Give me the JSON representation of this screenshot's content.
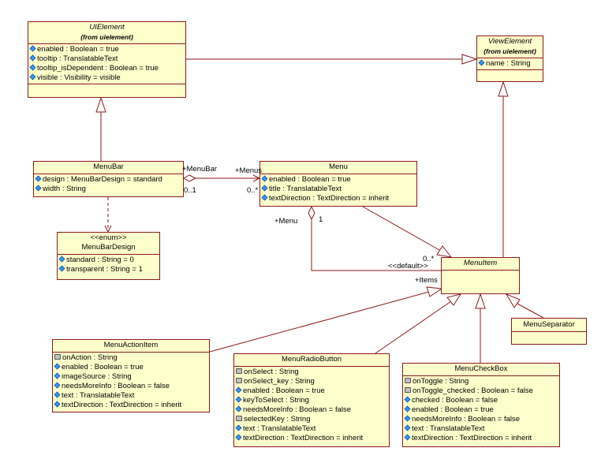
{
  "classes": {
    "uielement": {
      "name": "UIElement",
      "from": "(from uielement)",
      "attributes": [
        {
          "icon": "public-attribute-icon",
          "text": "enabled : Boolean = true"
        },
        {
          "icon": "public-attribute-icon",
          "text": "tooltip : TranslatableText"
        },
        {
          "icon": "public-attribute-icon",
          "text": "tooltip_isDependent : Boolean = true"
        },
        {
          "icon": "public-attribute-icon",
          "text": "visible : Visibility = visible"
        }
      ]
    },
    "viewelement": {
      "name": "ViewElement",
      "from": "(from uielement)",
      "attributes": [
        {
          "icon": "public-attribute-icon",
          "text": "name : String"
        }
      ]
    },
    "menubar": {
      "name": "MenuBar",
      "attributes": [
        {
          "icon": "public-attribute-icon",
          "text": "design : MenuBarDesign = standard"
        },
        {
          "icon": "public-attribute-icon",
          "text": "width : String"
        }
      ]
    },
    "menu": {
      "name": "Menu",
      "attributes": [
        {
          "icon": "public-attribute-icon",
          "text": "enabled : Boolean = true"
        },
        {
          "icon": "public-attribute-icon",
          "text": "title : TranslatableText"
        },
        {
          "icon": "public-attribute-icon",
          "text": "textDirection : TextDirection = inherit"
        }
      ]
    },
    "menubardesign": {
      "stereotype": "<<enum>>",
      "name": "MenuBarDesign",
      "attributes": [
        {
          "icon": "public-attribute-icon",
          "text": "standard : String = 0"
        },
        {
          "icon": "public-attribute-icon",
          "text": "transparent : String = 1"
        }
      ]
    },
    "menuitem": {
      "name": "MenuItem",
      "attributes": []
    },
    "menuseparator": {
      "name": "MenuSeparator",
      "attributes": []
    },
    "menuactionitem": {
      "name": "MenuActionItem",
      "attributes": [
        {
          "icon": "event-attribute-icon",
          "text": "onAction : String"
        },
        {
          "icon": "public-attribute-icon",
          "text": "enabled : Boolean = true"
        },
        {
          "icon": "public-attribute-icon",
          "text": "imageSource : String"
        },
        {
          "icon": "public-attribute-icon",
          "text": "needsMoreInfo : Boolean = false"
        },
        {
          "icon": "public-attribute-icon",
          "text": "text : TranslatableText"
        },
        {
          "icon": "public-attribute-icon",
          "text": "textDirection : TextDirection = inherit"
        }
      ]
    },
    "menuradiobutton": {
      "name": "MenuRadioButton",
      "attributes": [
        {
          "icon": "event-attribute-icon",
          "text": "onSelect : String"
        },
        {
          "icon": "event-attribute-icon",
          "text": "onSelect_key : String"
        },
        {
          "icon": "public-attribute-icon",
          "text": "enabled : Boolean = true"
        },
        {
          "icon": "public-attribute-icon",
          "text": "keyToSelect : String"
        },
        {
          "icon": "public-attribute-icon",
          "text": "needsMoreInfo : Boolean = false"
        },
        {
          "icon": "event-attribute-icon",
          "text": "selectedKey : String"
        },
        {
          "icon": "public-attribute-icon",
          "text": "text : TranslatableText"
        },
        {
          "icon": "public-attribute-icon",
          "text": "textDirection : TextDirection = inherit"
        }
      ]
    },
    "menucheckbox": {
      "name": "MenuCheckBox",
      "attributes": [
        {
          "icon": "event-attribute-icon",
          "text": "onToggle : String"
        },
        {
          "icon": "event-attribute-icon",
          "text": "onToggle_checked : Boolean = false"
        },
        {
          "icon": "public-attribute-icon",
          "text": "checked : Boolean = false"
        },
        {
          "icon": "public-attribute-icon",
          "text": "enabled : Boolean = true"
        },
        {
          "icon": "public-attribute-icon",
          "text": "needsMoreInfo : Boolean = false"
        },
        {
          "icon": "public-attribute-icon",
          "text": "text : TranslatableText"
        },
        {
          "icon": "public-attribute-icon",
          "text": "textDirection : TextDirection = inherit"
        }
      ]
    }
  },
  "labels": {
    "menubar_role": "+MenuBar",
    "menus_role": "+Menus",
    "menubar_mult": "0..1",
    "menus_mult": "0..*",
    "menu_role": "+Menu",
    "menu_mult": "1",
    "items_mult": "0..*",
    "default_stereo": "<<default>>",
    "items_role": "+Items"
  },
  "colors": {
    "fill": "#ffffcc",
    "border": "#8b1a1a",
    "line": "#8b1a1a"
  }
}
